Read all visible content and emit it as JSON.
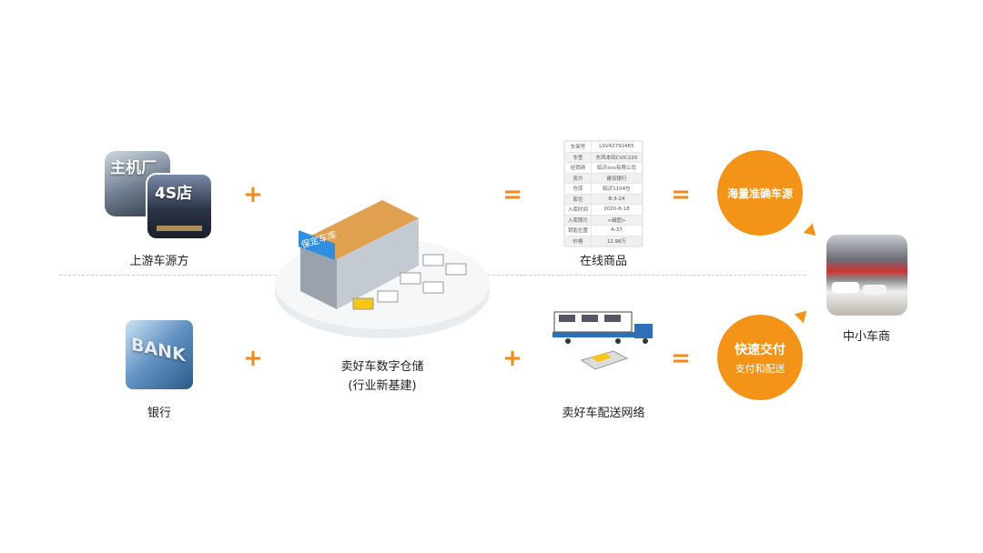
{
  "upstream": {
    "tile1": "主机厂",
    "tile2": "4S店",
    "label": "上游车源方"
  },
  "bank": {
    "tile": "BANK",
    "label": "银行"
  },
  "warehouse": {
    "sign": "保定车库",
    "label1": "卖好车数字仓储",
    "label2": "(行业新基建)"
  },
  "product": {
    "label": "在线商品",
    "rows": [
      {
        "k": "车架号",
        "v": "LSV42792465"
      },
      {
        "k": "车型",
        "v": "东风本田CVIC220"
      },
      {
        "k": "经销商",
        "v": "临沂xxx有限公司"
      },
      {
        "k": "资方",
        "v": "建设银行"
      },
      {
        "k": "仓库",
        "v": "临沂1104仓"
      },
      {
        "k": "库位",
        "v": "B-3-24"
      },
      {
        "k": "入库时间",
        "v": "2020-8-18"
      },
      {
        "k": "入库照片",
        "v": "<细图>"
      },
      {
        "k": "钥匙位置",
        "v": "A-37"
      },
      {
        "k": "价格",
        "v": "12.98万"
      }
    ]
  },
  "delivery": {
    "label": "卖好车配送网络"
  },
  "results": {
    "top": "海量准确车源",
    "bottom_title": "快速交付",
    "bottom_sub": "支付和配送"
  },
  "dealer": {
    "label": "中小车商"
  },
  "ops": {
    "plus": "+",
    "equals": "="
  },
  "colors": {
    "accent": "#f39419"
  }
}
